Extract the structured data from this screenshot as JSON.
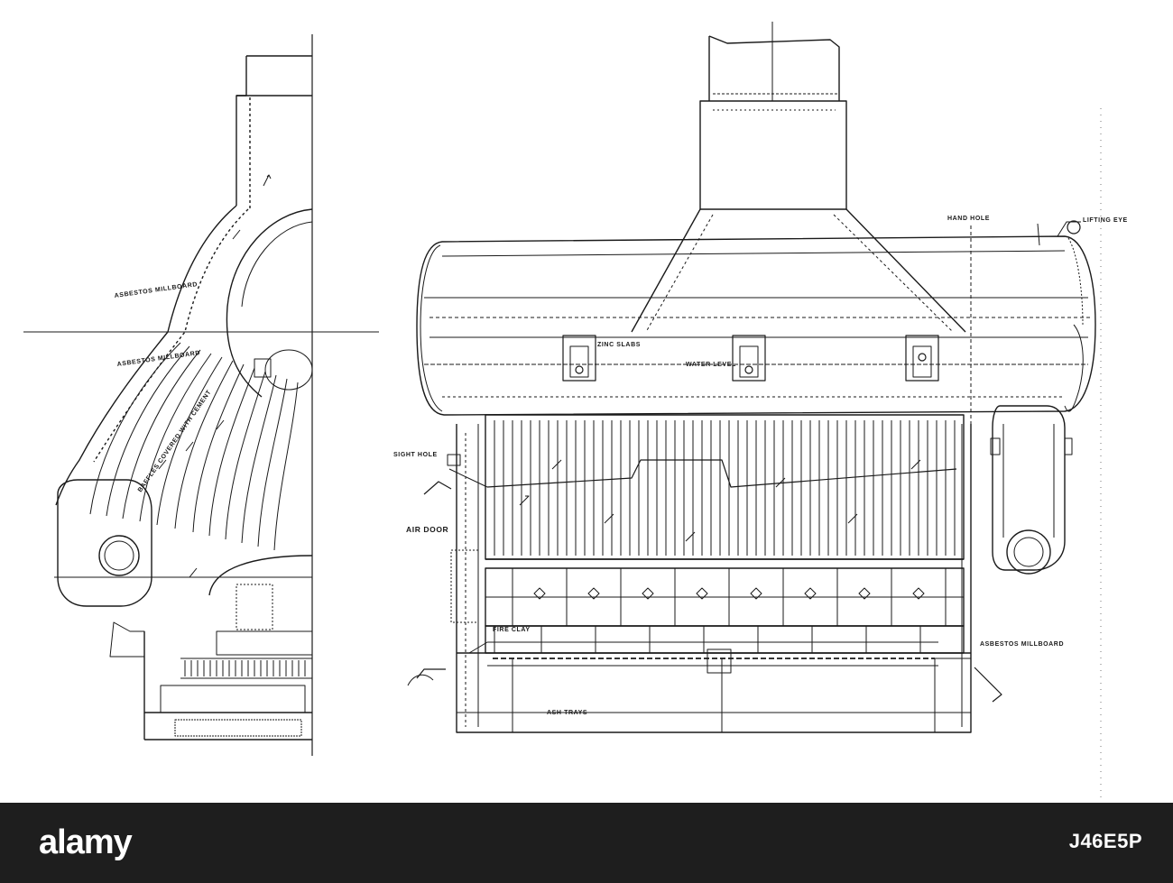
{
  "labels": {
    "ash_trays": "ASH TRAYS",
    "asbestos_millboard_side": "ASBESTOS MILLBOARD",
    "asbestos_millboard_end": "ASBESTOS MILLBOARD",
    "asbestos_millboard_end2": "ASBESTOS MILLBOARD",
    "fire_clay": "FIRE CLAY",
    "zinc_slabs": "ZINC SLABS",
    "water_level": "WATER LEVEL",
    "hand_hole": "HAND HOLE",
    "lifting_eye": "LIFTING EYE",
    "sight_hole": "SIGHT HOLE",
    "air_door": "AIR DOOR",
    "baffle_covered": "BAFFLES COVERED WITH CEMENT"
  },
  "watermark": {
    "brand": "alamy",
    "image_id": "J46E5P"
  },
  "colors": {
    "ink": "#1a1a1a",
    "paper": "#ffffff",
    "footer": "#1e1e1e"
  }
}
